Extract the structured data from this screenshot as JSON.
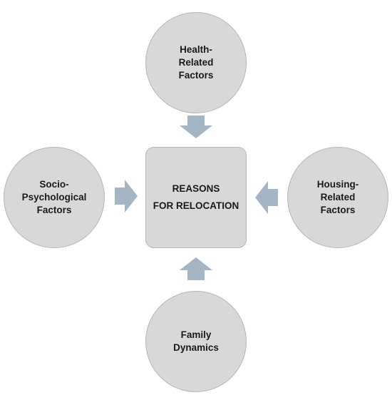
{
  "diagram": {
    "center": {
      "lines": [
        "REASONS",
        "FOR RELOCATION"
      ]
    },
    "top": {
      "lines": [
        "Health-",
        "Related",
        "Factors"
      ]
    },
    "left": {
      "lines": [
        "Socio-",
        "Psychological",
        "Factors"
      ]
    },
    "right": {
      "lines": [
        "Housing-",
        "Related",
        "Factors"
      ]
    },
    "bottom": {
      "lines": [
        "Family",
        "Dynamics"
      ]
    }
  },
  "colors": {
    "node_fill": "#d8d8d8",
    "node_border": "#b6b6b6",
    "arrow": "#a4b5c3",
    "text": "#1a1a1a"
  }
}
